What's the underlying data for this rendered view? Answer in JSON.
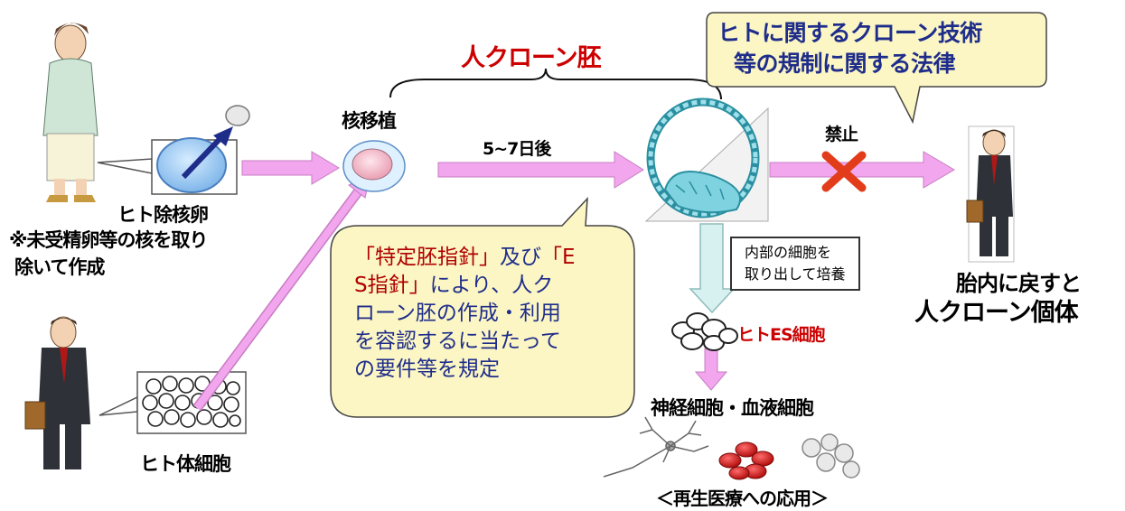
{
  "title_clone_embryo": "人クローン胚",
  "law_callout": [
    "ヒトに関するクローン技術",
    "等の規制に関する法律"
  ],
  "nuclear_transfer": "核移植",
  "days": "5~7日後",
  "prohibited": "禁止",
  "egg_label": "ヒト除核卵",
  "egg_note": [
    "※未受精卵等の核を取り",
    "除いて作成"
  ],
  "somatic_label": "ヒト体細胞",
  "guideline_callout": {
    "line1_a": "「特定胚指針」",
    "line1_b": "及び",
    "line1_c": "「E",
    "line2_a": "S指針」",
    "line2_b": "により、人ク",
    "line3": "ローン胚の作成・利用",
    "line4": "を容認するに当たって",
    "line5": "の要件等を規定"
  },
  "inner_cells_box": [
    "内部の細胞を",
    "取り出して培養"
  ],
  "es_cells": "ヒトES細胞",
  "nerve_blood": "神経細胞・血液細胞",
  "regenerative": "＜再生医療への応用＞",
  "return_womb": [
    "胎内に戻すと",
    "人クローン個体"
  ],
  "colors": {
    "arrow_pink": "#f2a6ee",
    "callout_fill": "#fbf6c4",
    "red_title": "#cc0000",
    "navy": "#1f2d8a"
  }
}
